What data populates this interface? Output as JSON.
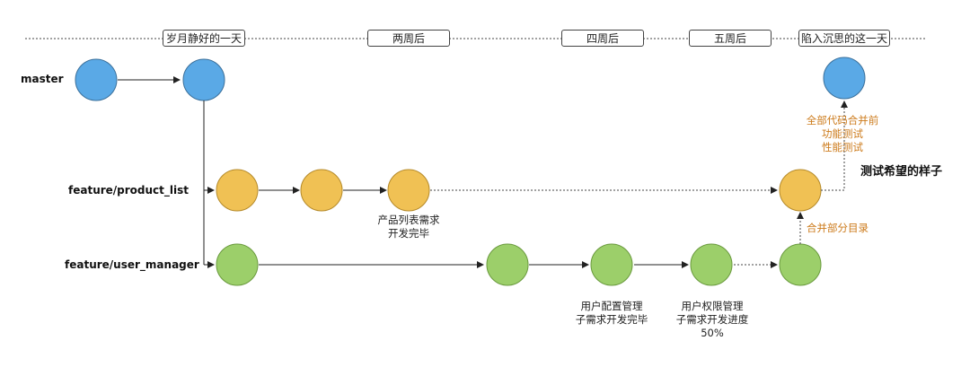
{
  "timeline": {
    "day1": "岁月静好的一天",
    "week2": "两周后",
    "week4": "四周后",
    "week5": "五周后",
    "final": "陷入沉思的这一天"
  },
  "branches": {
    "master": "master",
    "product_list": "feature/product_list",
    "user_manager": "feature/user_manager"
  },
  "notes": {
    "product_done": [
      "产品列表需求",
      "开发完毕"
    ],
    "user_config": [
      "用户配置管理",
      "子需求开发完毕"
    ],
    "user_permission": [
      "用户权限管理",
      "子需求开发进度",
      "50%"
    ],
    "merge_partial": "合并部分目录",
    "before_merge": [
      "全部代码合并前",
      "功能测试",
      "性能测试"
    ],
    "hope": "测试希望的样子"
  },
  "colors": {
    "master": "#5aa9e6",
    "product_list": "#f0c154",
    "user_manager": "#9ccf6a",
    "annotation": "#cc7a1a"
  }
}
